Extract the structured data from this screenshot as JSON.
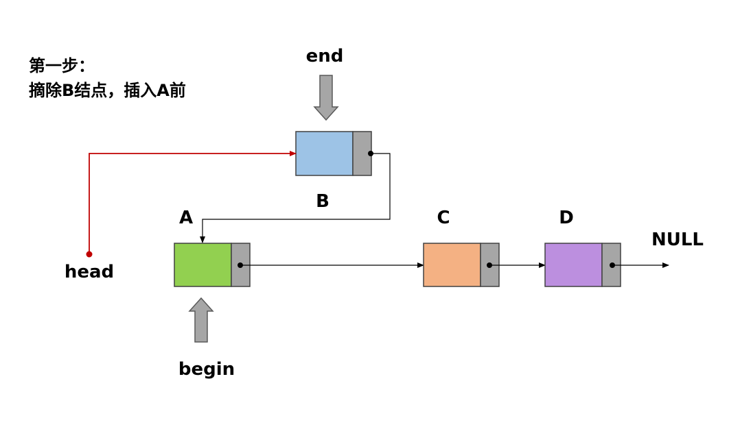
{
  "title": {
    "line1": "第一步：",
    "line2": "摘除B结点，插入A前"
  },
  "pointers": {
    "end": "end",
    "begin": "begin",
    "head": "head"
  },
  "null_label": "NULL",
  "nodes": [
    {
      "id": "B",
      "label": "B",
      "color": "#9dc3e6"
    },
    {
      "id": "A",
      "label": "A",
      "color": "#92d050"
    },
    {
      "id": "C",
      "label": "C",
      "color": "#f4b183"
    },
    {
      "id": "D",
      "label": "D",
      "color": "#bc8fdf"
    }
  ],
  "colors": {
    "pointer_cell": "#a6a6a6",
    "head_link": "#c00000",
    "link": "#000000",
    "block_arrow": "#a6a6a6"
  }
}
